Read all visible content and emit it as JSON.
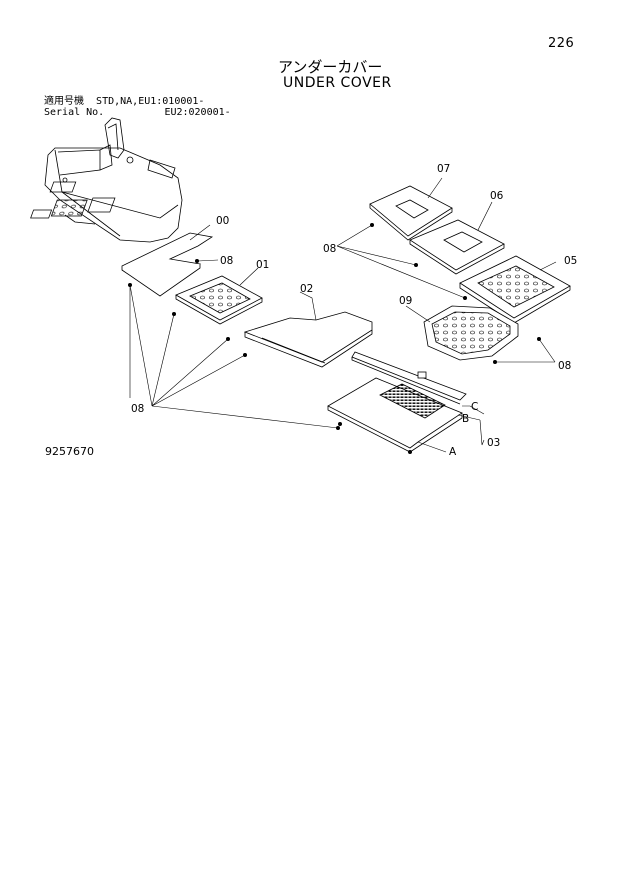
{
  "page": {
    "number": "226",
    "title_jp": "アンダーカバー",
    "title_en": "UNDER COVER"
  },
  "serial": {
    "row1_label": "適用号機",
    "row1_value": "STD,NA,EU1:010001-",
    "row2_label": "Serial No.",
    "row2_value": "EU2:020001-"
  },
  "drawing_number": "9257670",
  "callouts": {
    "c00": "00",
    "c01": "01",
    "c02": "02",
    "c03": "03",
    "c05": "05",
    "c06": "06",
    "c07": "07",
    "c09": "09",
    "c08_left_top": "08",
    "c08_left_bottom": "08",
    "c08_upper": "08",
    "c08_right": "08",
    "cA": "A",
    "cB": "B",
    "cC": "C"
  }
}
